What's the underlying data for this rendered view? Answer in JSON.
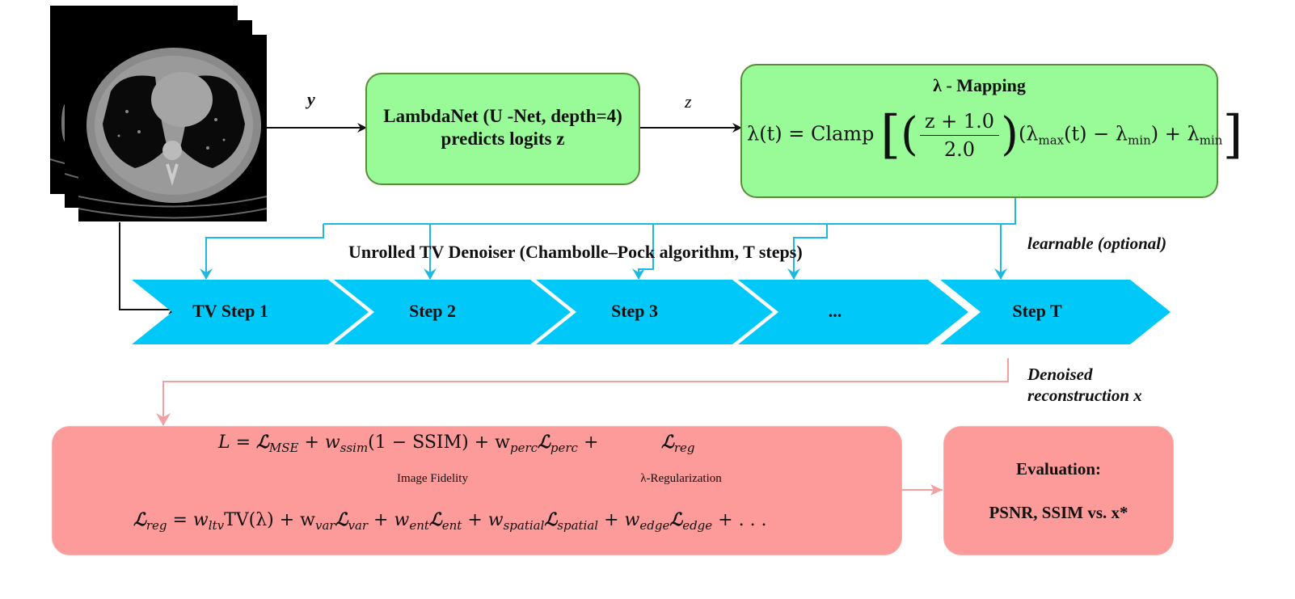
{
  "input": {
    "image_alt": "stack of CT slice images (chest axial view)",
    "edge_label_y": "y"
  },
  "lambdanet": {
    "line1": "LambdaNet (U -Net, depth=4)",
    "line2": "predicts logits z"
  },
  "edge_label_z": "z",
  "lambda_mapping": {
    "title": "λ - Mapping",
    "lhs": "λ(t) = Clamp",
    "frac_num": "z + 1.0",
    "frac_den": "2.0",
    "rhs_open": "(λ",
    "max_sub": "max",
    "rhs_mid": "(t) − λ",
    "min_sub": "min",
    "rhs_close": ") + λ",
    "min_sub2": "min"
  },
  "denoiser": {
    "title": "Unrolled TV Denoiser (Chambolle–Pock algorithm, T steps)",
    "learnable_label": "learnable (optional)",
    "steps": [
      "TV Step 1",
      "Step 2",
      "Step 3",
      "...",
      "Step T"
    ]
  },
  "output_label": {
    "line1": "Denoised",
    "line2": "reconstruction x"
  },
  "loss": {
    "line1": {
      "L": "L",
      "eq": " = ",
      "mse": "ℒ",
      "mse_sub": "MSE",
      "plus1": " + w",
      "ssim_sub": "ssim",
      "ssim_term": "(1 − SSIM) + w",
      "perc_sub": "perc",
      "perc_L": "ℒ",
      "perc_sub2": "perc",
      "plus_end": " +",
      "reg_L": "ℒ",
      "reg_sub": "reg"
    },
    "brace_fidelity": "Image Fidelity",
    "brace_reg": "λ-Regularization",
    "line2": {
      "reg_L": "ℒ",
      "reg_sub": "reg",
      "eq": " = w",
      "ltv_sub": "ltv",
      "tv": "TV(λ) + w",
      "var_sub": "var",
      "var_L": "ℒ",
      "var_sub2": "var",
      "plus_w_ent": " + w",
      "ent_sub": "ent",
      "ent_L": "ℒ",
      "ent_sub2": "ent",
      "plus_w_spatial": " + w",
      "spatial_sub": "spatial",
      "spatial_L": "ℒ",
      "spatial_sub2": "spatial",
      "plus_w_edge": " + w",
      "edge_sub": "edge",
      "edge_L": "ℒ",
      "edge_sub2": "edge",
      "tail": " + . . ."
    }
  },
  "evaluation": {
    "title": "Evaluation:",
    "metrics": "PSNR, SSIM vs. x*"
  },
  "colors": {
    "green_fill": "#99fb98",
    "green_border": "#5b8c3c",
    "cyan": "#00c8f8",
    "cyan_line": "#1fb8e0",
    "pink_fill": "#fd9a9a",
    "pink_line": "#f4a0a0",
    "black": "#111111"
  }
}
